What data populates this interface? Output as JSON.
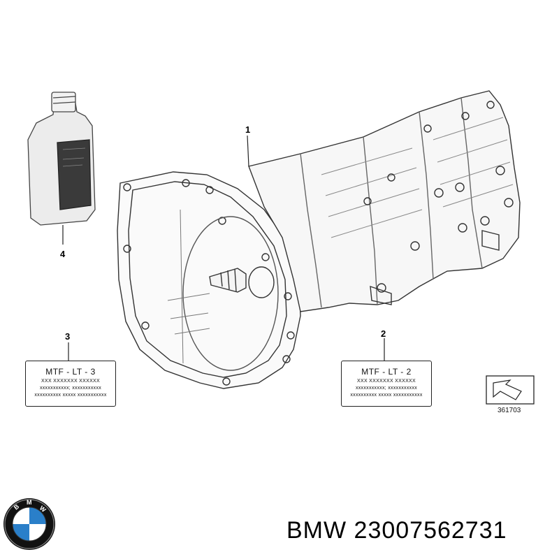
{
  "callouts": {
    "c1": "1",
    "c2": "2",
    "c3": "3",
    "c4": "4"
  },
  "label3": {
    "title": "MTF - LT - 3",
    "line1": "XXX XXXXXXX XXXXXX",
    "line2": "xxxxxxxxxxx; xxxxxxxxxxx",
    "line3": "xxxxxxxxxx xxxxx xxxxxxxxxxx"
  },
  "label2": {
    "title": "MTF - LT - 2",
    "line1": "XXX XXXXXXX XXXXXX",
    "line2": "xxxxxxxxxxx; xxxxxxxxxxx",
    "line3": "xxxxxxxxxx xxxxx xxxxxxxxxxx"
  },
  "diagram_ref": "361703",
  "part_number_line": "BMW 23007562731",
  "logo_text": "BMW",
  "colors": {
    "bmw_blue": "#2a7fc9",
    "line": "#333333",
    "bottle": "#e6e6e6",
    "bottle_label": "#3a3a3a"
  }
}
